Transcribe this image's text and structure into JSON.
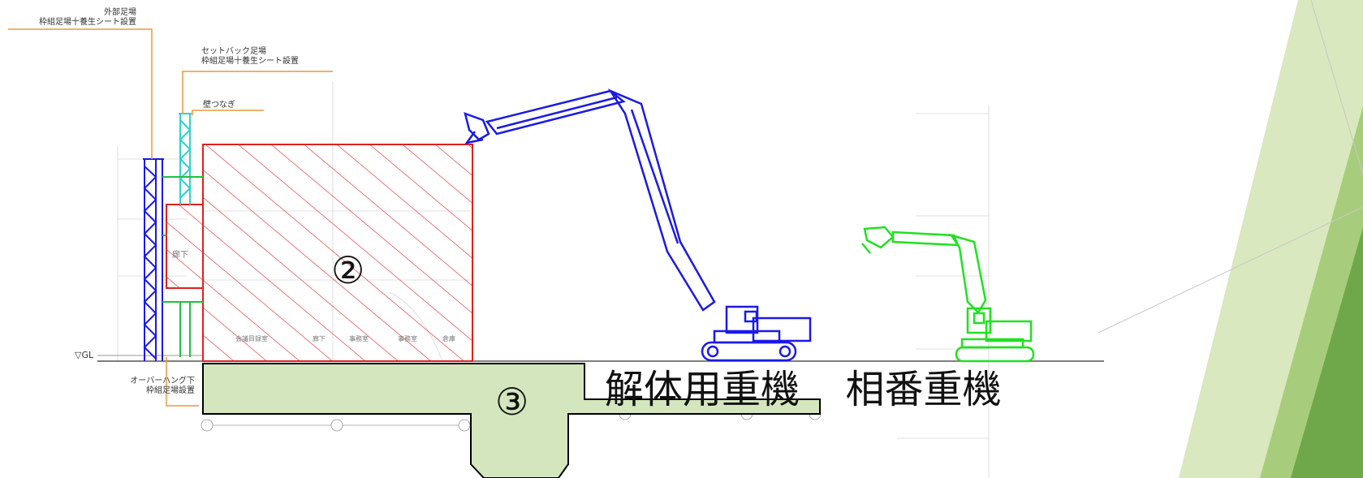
{
  "annotations": {
    "exterior_scaffold_line1": "外部足場",
    "exterior_scaffold_line2": "枠組足場十養生シート設置",
    "setback_scaffold_line1": "セットバック足場",
    "setback_scaffold_line2": "枠組足場十養生シート設置",
    "wall_tie": "壁つなぎ",
    "overhang_line1": "オーバーハング下",
    "overhang_line2": "枠組足場設置",
    "ground_level": "▽GL",
    "hallway": "廊下",
    "room_labels": [
      "会議目録室",
      "廊下",
      "事務室",
      "事務室",
      "倉庫"
    ]
  },
  "zones": {
    "zone2": "②",
    "zone3": "③"
  },
  "caption": {
    "demolition": "解体用重機",
    "support": "相番重機"
  },
  "colors": {
    "demolition_machine": "#1a1ae6",
    "support_machine": "#22e022",
    "hatch_red": "#e02020",
    "scaffold_blue": "#1a1ae6",
    "scaffold_cyan": "#2fd0d0",
    "foundation_fill": "#d3e6bd",
    "leader_orange": "#e89a3a",
    "slide_green_light": "#c9dfa6",
    "slide_green_dark": "#74ac4c"
  }
}
